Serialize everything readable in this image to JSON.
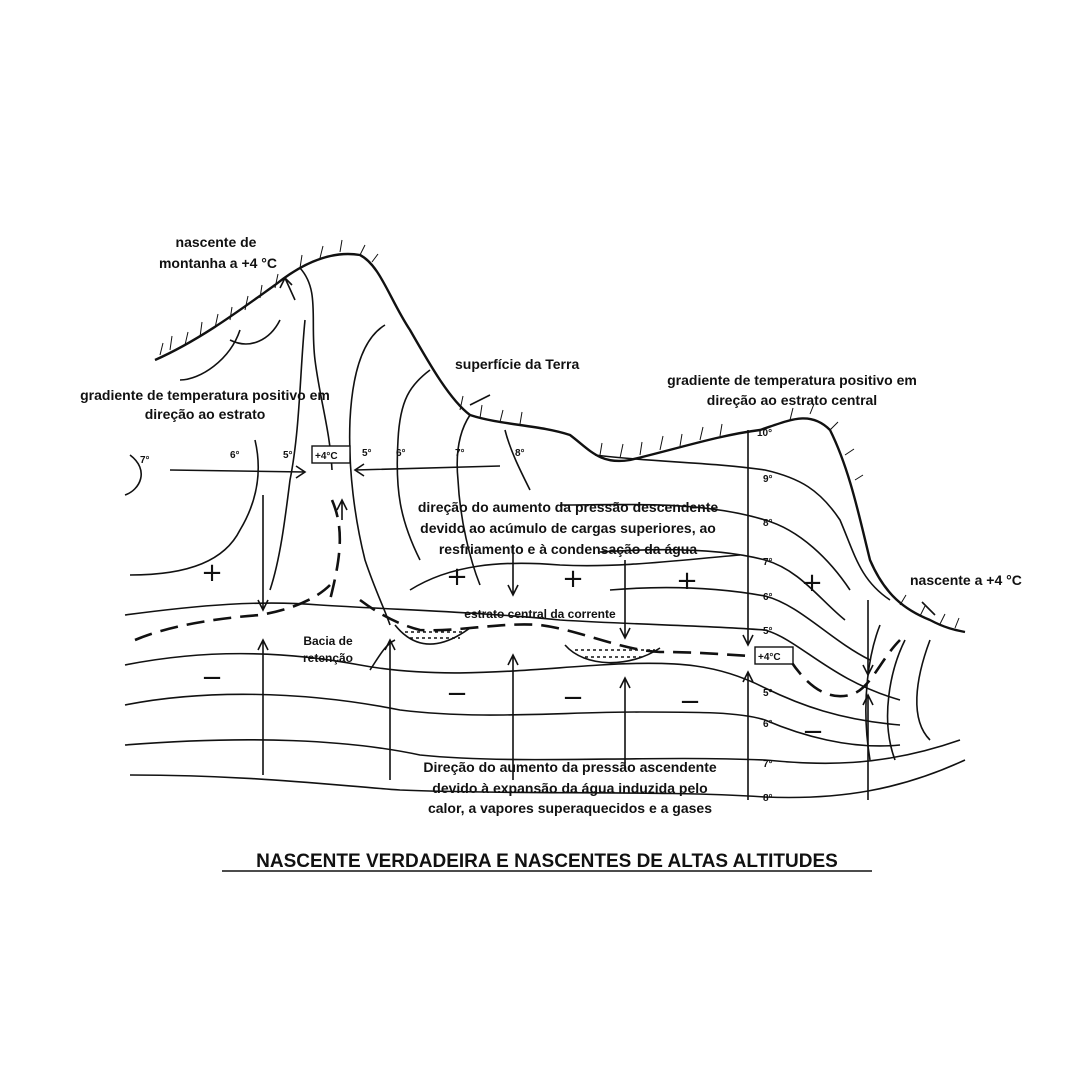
{
  "title": "NASCENTE VERDADEIRA E NASCENTES DE ALTAS ALTITUDES",
  "labels": {
    "mountain_spring": [
      "nascente de",
      "montanha a +4 °C"
    ],
    "earth_surface": "superfície da Terra",
    "gradient_left": [
      "gradiente de temperatura positivo em",
      "direção ao estrato"
    ],
    "gradient_right": [
      "gradiente de temperatura positivo em",
      "direção ao estrato central"
    ],
    "pressure_down": [
      "direção do aumento da pressão descendente",
      "devido ao acúmulo de cargas superiores, ao",
      "resfriamento e à condensação da água"
    ],
    "spring_right": "nascente a +4 °C",
    "central_stratum": "estrato central da corrente",
    "retention_basin": [
      "Bacia de",
      "retenção"
    ],
    "pressure_up": [
      "Direção do aumento da pressão ascendente",
      "devido à expansão da água induzida pelo",
      "calor, a vapores superaquecidos e a gases"
    ]
  },
  "top_temps": [
    "7°",
    "6°",
    "5°",
    "+4°C",
    "5°",
    "6°",
    "7°",
    "8°"
  ],
  "right_temps": [
    "10°",
    "9°",
    "8°",
    "7°",
    "6°",
    "5°",
    "+4°C",
    "5°",
    "6°",
    "7°",
    "8°"
  ],
  "plus_signs": [
    "+",
    "+",
    "+",
    "+",
    "+"
  ],
  "minus_signs": [
    "−",
    "−",
    "−",
    "−",
    "−"
  ]
}
